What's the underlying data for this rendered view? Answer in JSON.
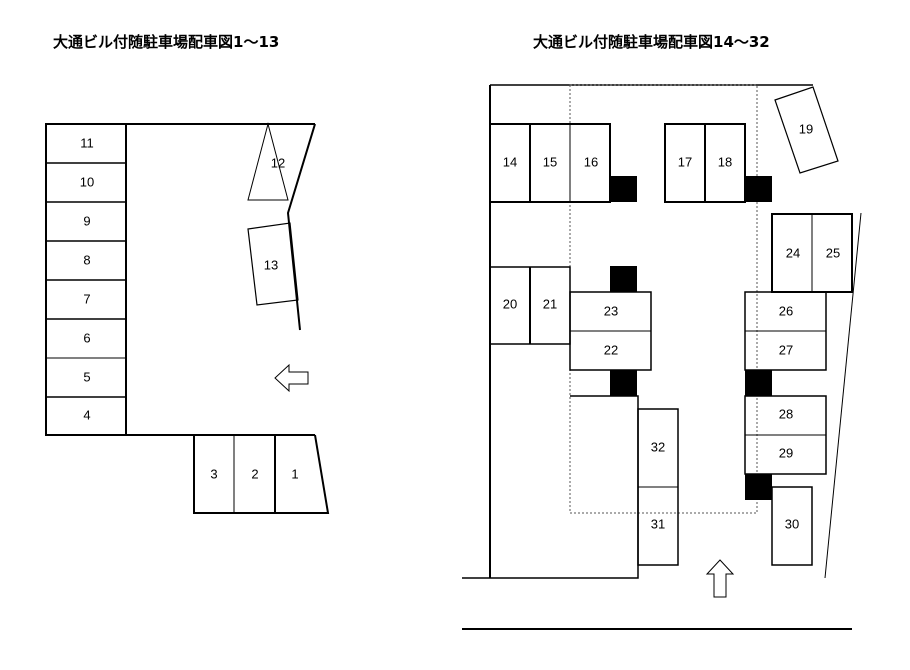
{
  "titles": {
    "left": "大通ビル付随駐車場配車図1～13",
    "right": "大通ビル付随駐車場配車図14～32"
  },
  "spaces": {
    "s1": "1",
    "s2": "2",
    "s3": "3",
    "s4": "4",
    "s5": "5",
    "s6": "6",
    "s7": "7",
    "s8": "8",
    "s9": "9",
    "s10": "10",
    "s11": "11",
    "s12": "12",
    "s13": "13",
    "s14": "14",
    "s15": "15",
    "s16": "16",
    "s17": "17",
    "s18": "18",
    "s19": "19",
    "s20": "20",
    "s21": "21",
    "s22": "22",
    "s23": "23",
    "s24": "24",
    "s25": "25",
    "s26": "26",
    "s27": "27",
    "s28": "28",
    "s29": "29",
    "s30": "30",
    "s31": "31",
    "s32": "32"
  },
  "icons": {
    "entrance_left": "arrow-left-icon",
    "entrance_up": "arrow-up-icon"
  }
}
